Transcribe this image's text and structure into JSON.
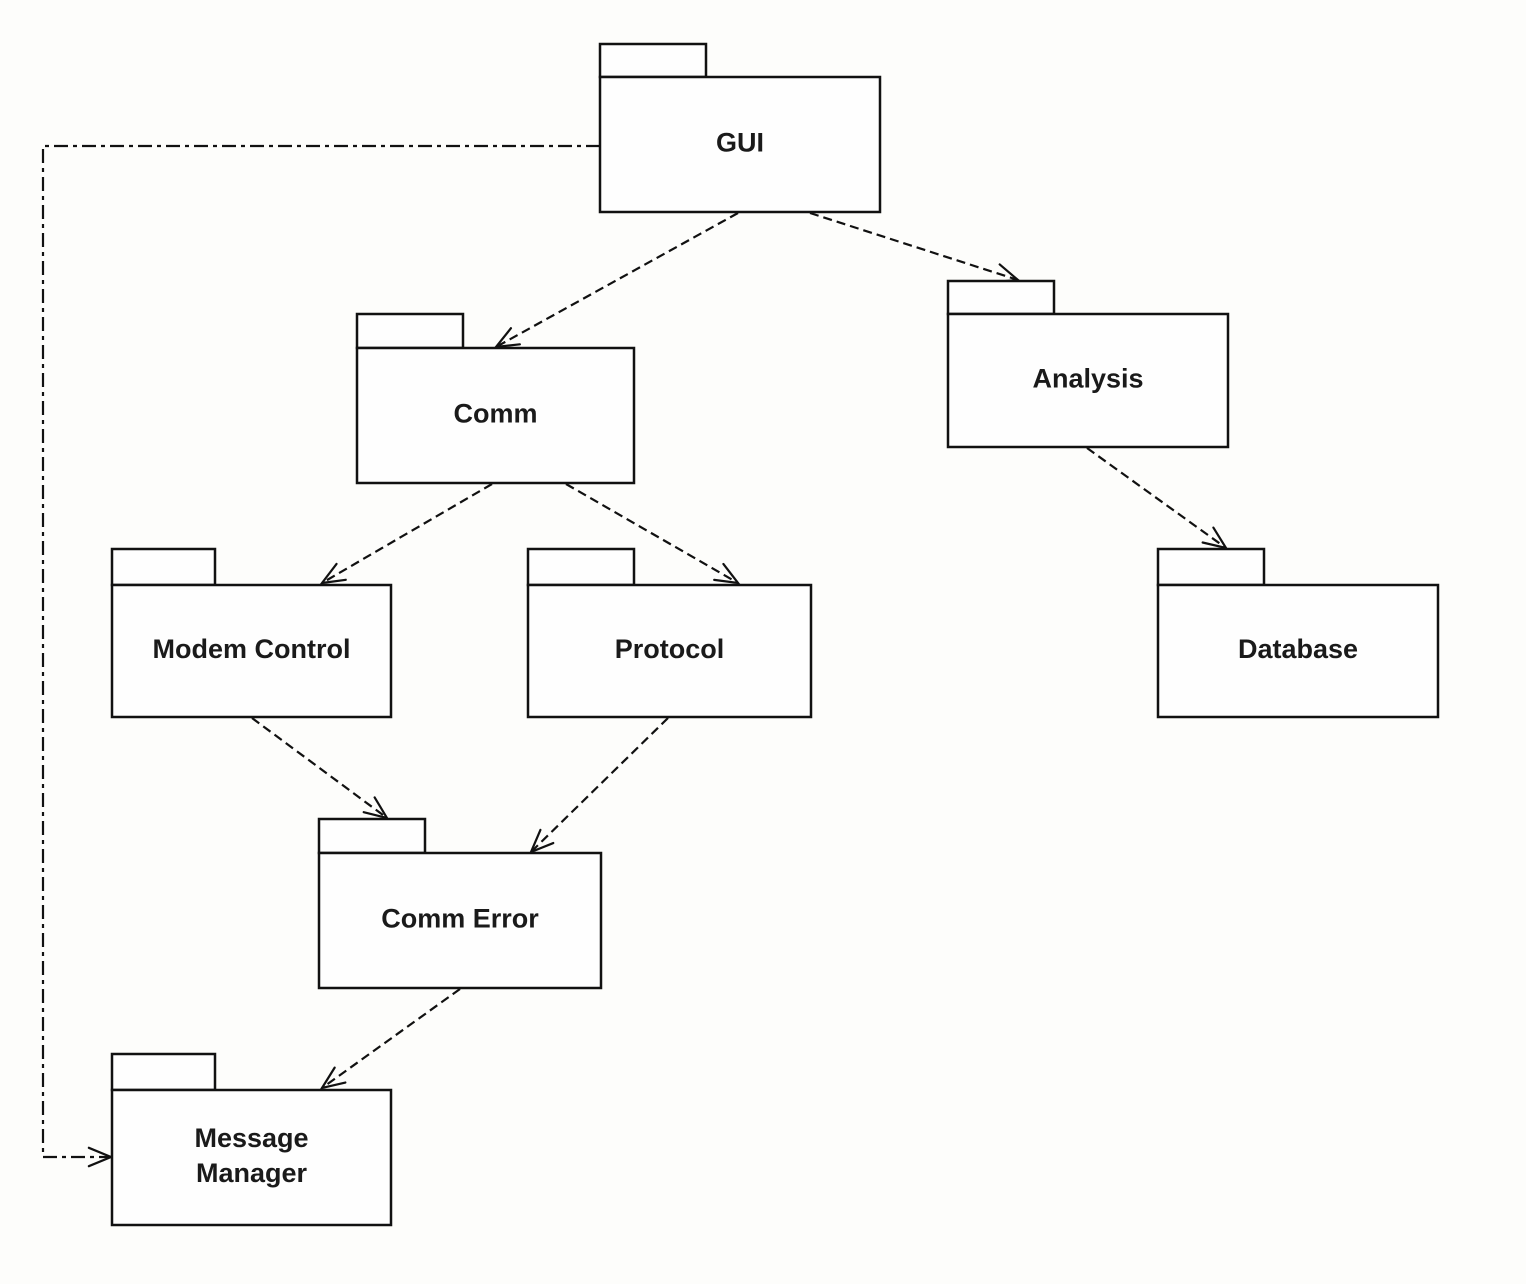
{
  "diagram": {
    "type": "UML package dependency diagram",
    "packages": [
      {
        "id": "gui",
        "lines": [
          "GUI"
        ]
      },
      {
        "id": "comm",
        "lines": [
          "Comm"
        ]
      },
      {
        "id": "analysis",
        "lines": [
          "Analysis"
        ]
      },
      {
        "id": "modem_control",
        "lines": [
          "Modem Control"
        ]
      },
      {
        "id": "protocol",
        "lines": [
          "Protocol"
        ]
      },
      {
        "id": "database",
        "lines": [
          "Database"
        ]
      },
      {
        "id": "comm_error",
        "lines": [
          "Comm Error"
        ]
      },
      {
        "id": "message_manager",
        "lines": [
          "Message",
          "Manager"
        ]
      }
    ],
    "dependencies": [
      {
        "from": "gui",
        "to": "comm",
        "style": "dashed"
      },
      {
        "from": "gui",
        "to": "analysis",
        "style": "dashed"
      },
      {
        "from": "gui",
        "to": "message_manager",
        "style": "dashed",
        "routing": "orthogonal-left"
      },
      {
        "from": "comm",
        "to": "modem_control",
        "style": "dashed"
      },
      {
        "from": "comm",
        "to": "protocol",
        "style": "dashed"
      },
      {
        "from": "analysis",
        "to": "database",
        "style": "dashed"
      },
      {
        "from": "modem_control",
        "to": "comm_error",
        "style": "dashed"
      },
      {
        "from": "protocol",
        "to": "comm_error",
        "style": "dashed"
      },
      {
        "from": "comm_error",
        "to": "message_manager",
        "style": "dashed"
      }
    ],
    "colors": {
      "background": "#fdfdfb",
      "stroke": "#111111",
      "text": "#1a1a1a"
    }
  }
}
